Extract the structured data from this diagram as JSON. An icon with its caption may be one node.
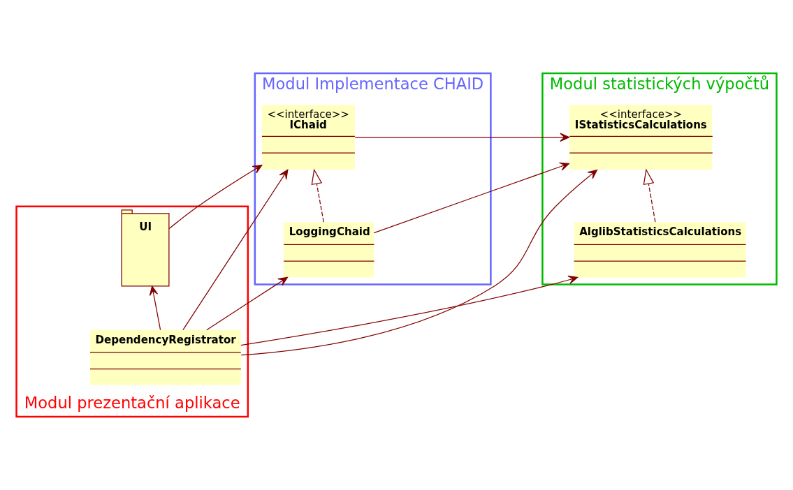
{
  "diagram": {
    "nodes": [
      {
        "text": [
          "Modul Implementace CHAID"
        ]
      },
      {
        "text": [
          "<<interface>>",
          "IChaid"
        ],
        "in": 0
      },
      {
        "text": [
          "LoggingChaid"
        ],
        "in": 0
      },
      {
        "text": [
          "Modul statistických výpočtů"
        ]
      },
      {
        "text": [
          "<<interface>>",
          "IStatisticsCalculations"
        ],
        "in": 3
      },
      {
        "text": [
          "AlglibStatisticsCalculations"
        ],
        "in": 3
      },
      {
        "text": [
          "Modul prezentační aplikace"
        ]
      },
      {
        "text": [
          "DependencyRegistrator"
        ],
        "in": 6
      },
      {
        "text": [
          "UI"
        ],
        "in": 6
      }
    ],
    "edges": [
      {
        "from": 1,
        "to": 4,
        "arrow": "to"
      },
      {
        "from": 2,
        "to": 4,
        "arrow": "to"
      },
      {
        "from": 2,
        "to": 1,
        "arrow": "to",
        "style": "dashed"
      },
      {
        "from": 5,
        "to": 4,
        "arrow": "to",
        "style": "dashed"
      },
      {
        "from": 8,
        "to": 1,
        "arrow": "to"
      },
      {
        "from": 7,
        "to": 1,
        "arrow": "to"
      },
      {
        "from": 7,
        "to": 2,
        "arrow": "to"
      },
      {
        "from": 7,
        "to": 4,
        "arrow": "to"
      },
      {
        "from": 7,
        "to": 5,
        "arrow": "to"
      },
      {
        "from": 7,
        "to": 8,
        "arrow": "to"
      }
    ]
  }
}
